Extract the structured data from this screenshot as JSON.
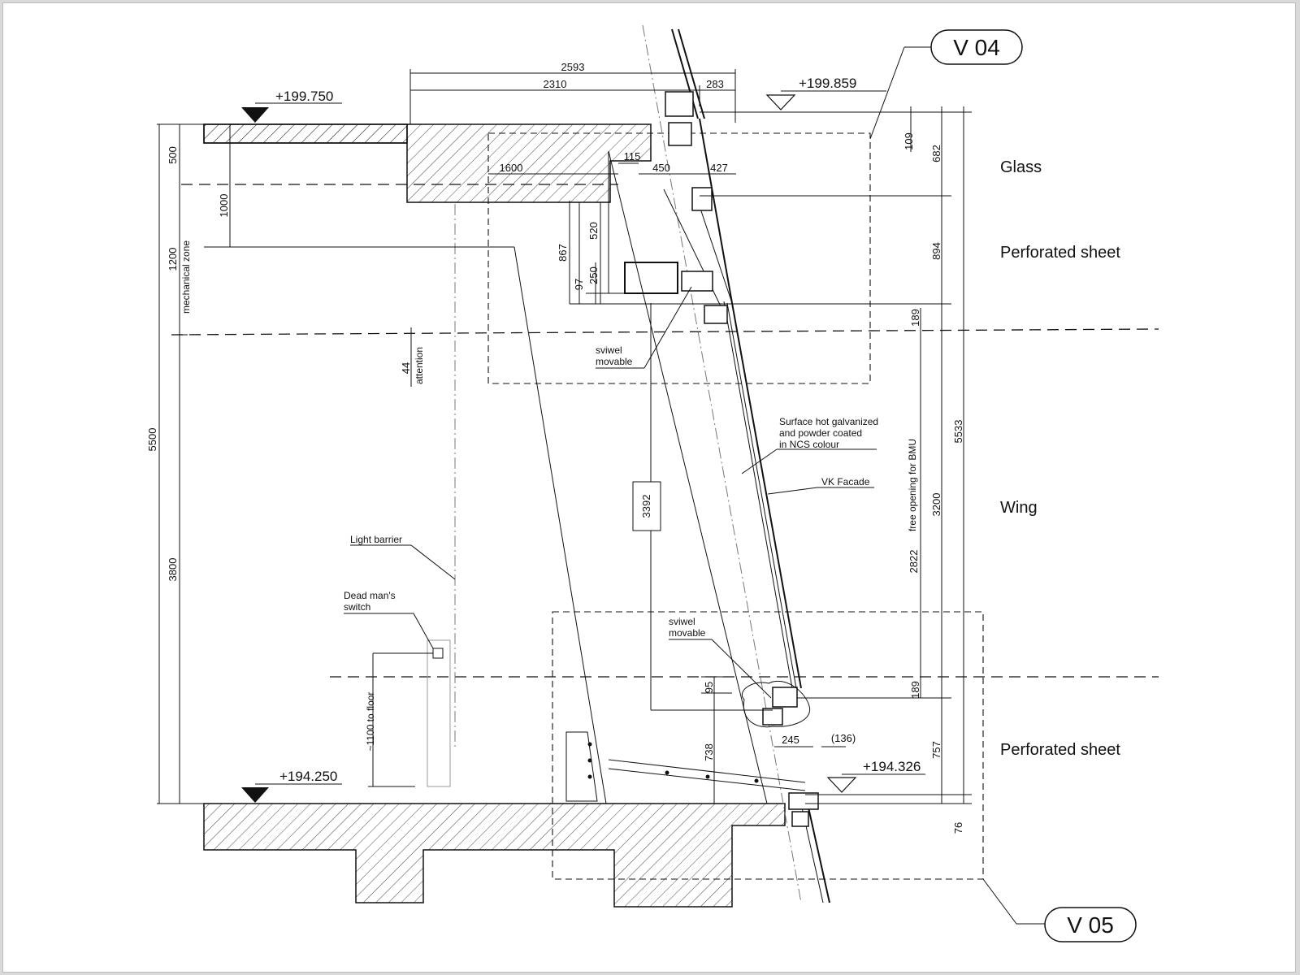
{
  "callouts": {
    "top": "V 04",
    "bottom": "V 05"
  },
  "levels": {
    "top_left": "+199.750",
    "top_right": "+199.859",
    "bottom_left": "+194.250",
    "bottom_right": "+194.326"
  },
  "zones": {
    "glass": "Glass",
    "perforated_top": "Perforated sheet",
    "wing": "Wing",
    "perforated_bottom": "Perforated sheet"
  },
  "labels": {
    "mechanical_zone": "mechanical zone",
    "attention": "attention",
    "free_opening": "free opening for BMU",
    "swivel_top_1": "sviwel",
    "swivel_top_2": "movable",
    "swivel_bottom_1": "sviwel",
    "swivel_bottom_2": "movable",
    "surface_1": "Surface hot galvanized",
    "surface_2": "and powder coated",
    "surface_3": "in NCS colour",
    "vk_facade": "VK Facade",
    "light_barrier": "Light barrier",
    "deadman_1": "Dead man's",
    "deadman_2": "switch",
    "to_floor": "~1100 to floor"
  },
  "dimensions": {
    "d2593": "2593",
    "d2310": "2310",
    "d283": "283",
    "d1600": "1600",
    "d115": "115",
    "d450": "450",
    "d427": "427",
    "d500": "500",
    "d1000": "1000",
    "d1200": "1200",
    "d5500": "5500",
    "d3800": "3800",
    "d520": "520",
    "d867": "867",
    "d250": "250",
    "d97": "97",
    "d44": "44",
    "d3392": "3392",
    "d95": "95",
    "d738": "738",
    "d245": "245",
    "d136": "(136)",
    "d109": "109",
    "d682": "682",
    "d894": "894",
    "d189a": "189",
    "d2822": "2822",
    "d3200": "3200",
    "d5533": "5533",
    "d189b": "189",
    "d757": "757",
    "d76": "76"
  }
}
